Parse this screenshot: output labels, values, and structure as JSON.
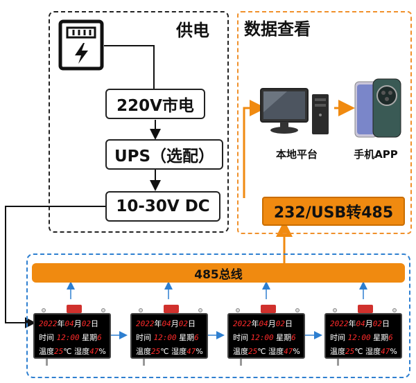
{
  "power_section": {
    "title": "供电",
    "mains_label": "220V市电",
    "ups_label": "UPS（选配）",
    "dc_label": "10-30V DC"
  },
  "data_section": {
    "title": "数据查看",
    "pc_label": "本地平台",
    "phone_label": "手机APP",
    "converter_label": "232/USB转485"
  },
  "bus": {
    "label": "485总线"
  },
  "displays": [
    {
      "year": "2022",
      "y_unit": "年",
      "month": "04",
      "m_unit": "月",
      "day": "02",
      "d_unit": "日",
      "time_label": "时间",
      "time": "12:00",
      "week_label": "星期",
      "week": "6",
      "temp_label": "温度",
      "temp": "25",
      "temp_unit": "℃",
      "hum_label": "湿度",
      "hum": "47",
      "hum_unit": "%"
    },
    {
      "year": "2022",
      "y_unit": "年",
      "month": "04",
      "m_unit": "月",
      "day": "02",
      "d_unit": "日",
      "time_label": "时间",
      "time": "12:00",
      "week_label": "星期",
      "week": "6",
      "temp_label": "温度",
      "temp": "25",
      "temp_unit": "℃",
      "hum_label": "湿度",
      "hum": "47",
      "hum_unit": "%"
    },
    {
      "year": "2022",
      "y_unit": "年",
      "month": "04",
      "m_unit": "月",
      "day": "02",
      "d_unit": "日",
      "time_label": "时间",
      "time": "12:00",
      "week_label": "星期",
      "week": "6",
      "temp_label": "温度",
      "temp": "25",
      "temp_unit": "℃",
      "hum_label": "湿度",
      "hum": "47",
      "hum_unit": "%"
    },
    {
      "year": "2022",
      "y_unit": "年",
      "month": "04",
      "m_unit": "月",
      "day": "02",
      "d_unit": "日",
      "time_label": "时间",
      "time": "12:00",
      "week_label": "星期",
      "week": "6",
      "temp_label": "温度",
      "temp": "25",
      "temp_unit": "℃",
      "hum_label": "湿度",
      "hum": "47",
      "hum_unit": "%"
    }
  ],
  "colors": {
    "accent_orange": "#f08a10",
    "bus_border_blue": "#2e7fd0",
    "led_red": "#ff2a2a"
  },
  "icons": {
    "power_meter": "power-meter-icon",
    "pc": "desktop-computer-icon",
    "phone": "smartphone-icon"
  }
}
